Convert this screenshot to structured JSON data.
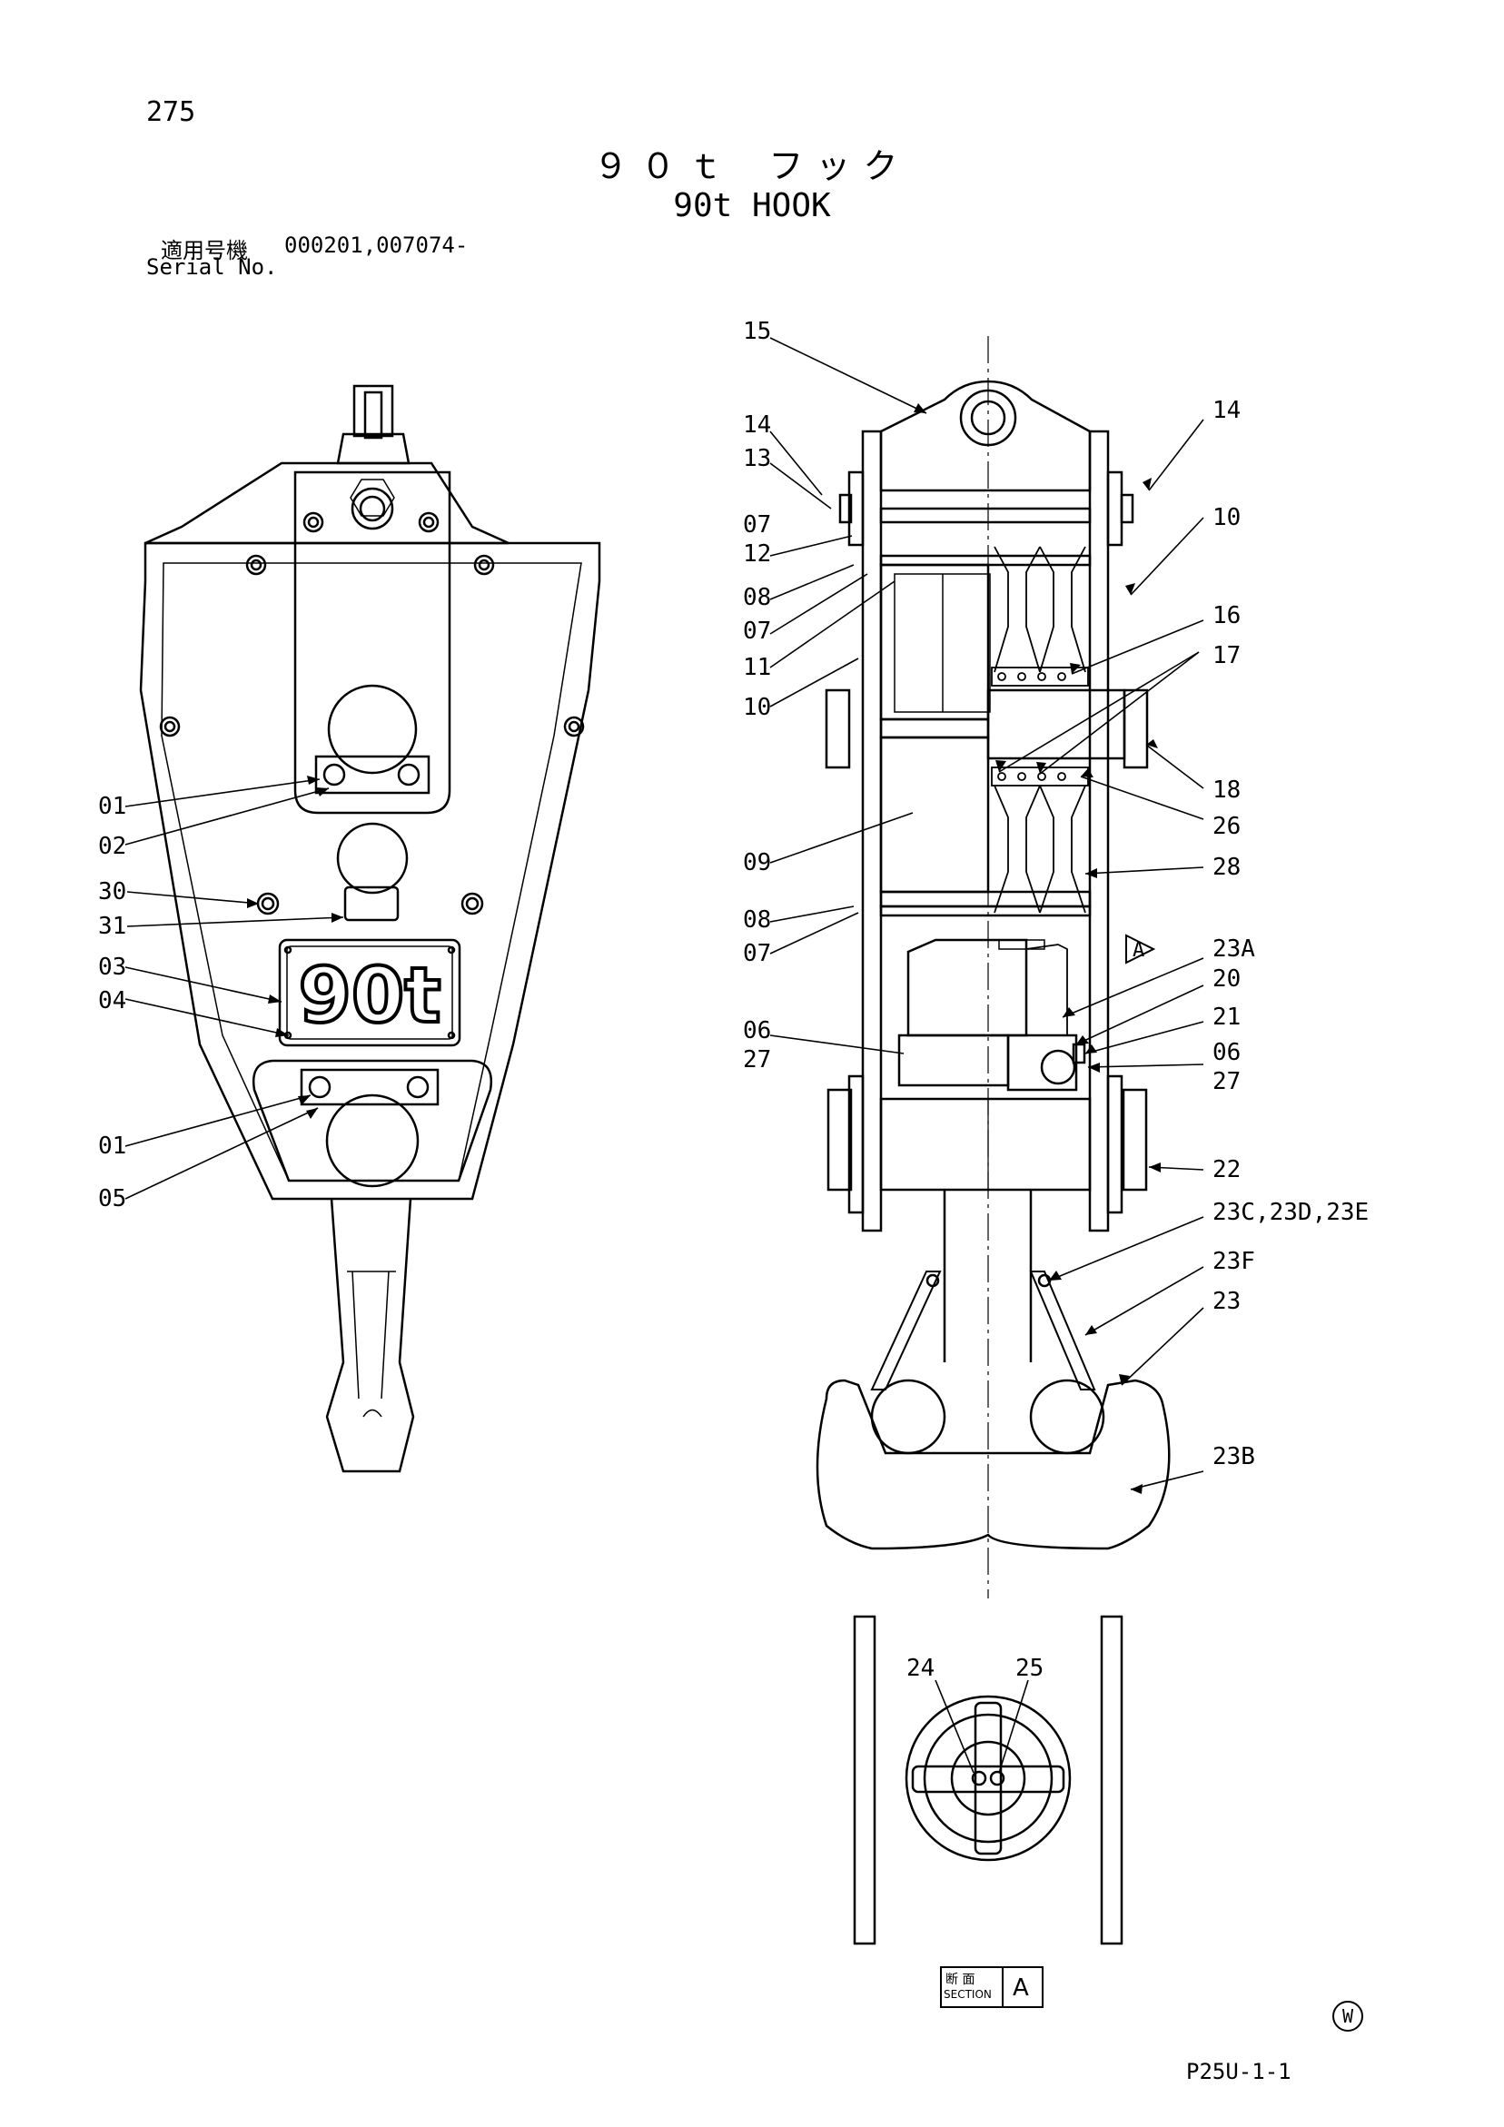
{
  "page_number": "275",
  "title_jp": "９０ｔ フック",
  "title_en": "90t HOOK",
  "serial_label_jp": "適用号機",
  "serial_value": "000201,007074-",
  "serial_label_en": "Serial No.",
  "plate_text": "90t",
  "section": {
    "label_jp": "断 面",
    "label_en": "SECTION",
    "letter": "A"
  },
  "view_marker": "A",
  "footer_mark": "W",
  "doc_code": "P25U-1-1",
  "left_labels": [
    "01",
    "02",
    "30",
    "31",
    "03",
    "04",
    "01",
    "05"
  ],
  "center_left_labels": [
    "15",
    "14",
    "13",
    "07",
    "12",
    "08",
    "07",
    "11",
    "10",
    "09",
    "08",
    "07",
    "06",
    "27"
  ],
  "right_labels": [
    "14",
    "10",
    "16",
    "17",
    "18",
    "26",
    "28",
    "23A",
    "20",
    "21",
    "06",
    "27",
    "22",
    "23C,23D,23E",
    "23F",
    "23",
    "23B"
  ],
  "section_labels": [
    "24",
    "25"
  ]
}
